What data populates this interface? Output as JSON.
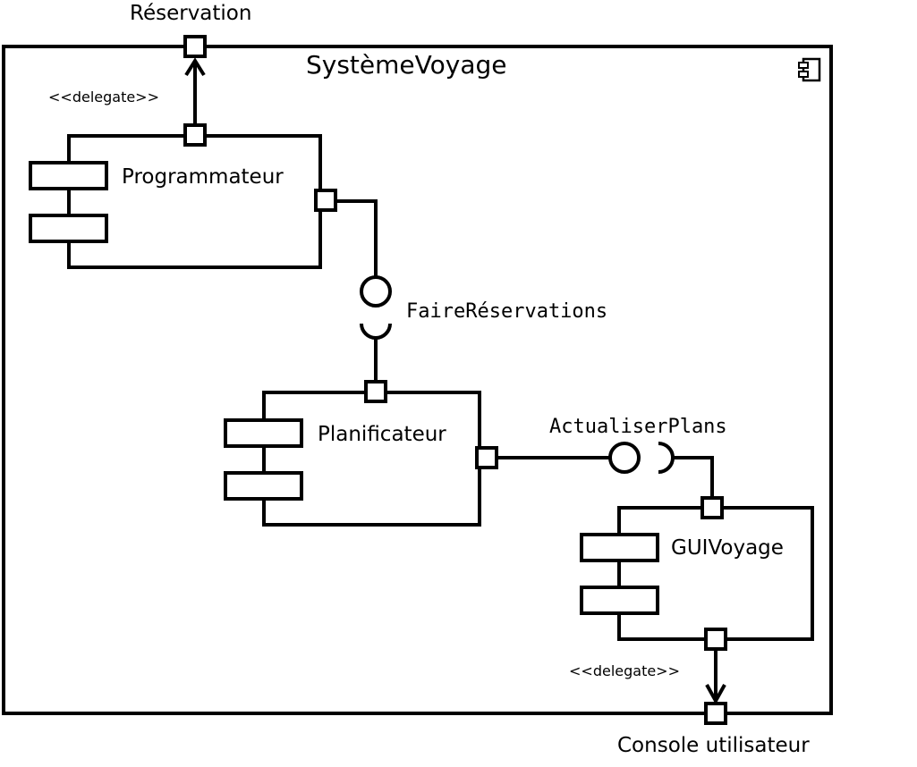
{
  "system": {
    "title": "SystèmeVoyage",
    "icon": "component-icon"
  },
  "external_ports": {
    "top": "Réservation",
    "bottom": "Console utilisateur"
  },
  "components": {
    "programmateur": "Programmateur",
    "planificateur": "Planificateur",
    "guivoyage": "GUIVoyage"
  },
  "interfaces": {
    "faire_reservations": "FaireRéservations",
    "actualiser_plans": "ActualiserPlans"
  },
  "delegates": {
    "top": "<<delegate>>",
    "bottom": "<<delegate>>"
  },
  "colors": {
    "line": "#000000",
    "background": "#ffffff"
  }
}
